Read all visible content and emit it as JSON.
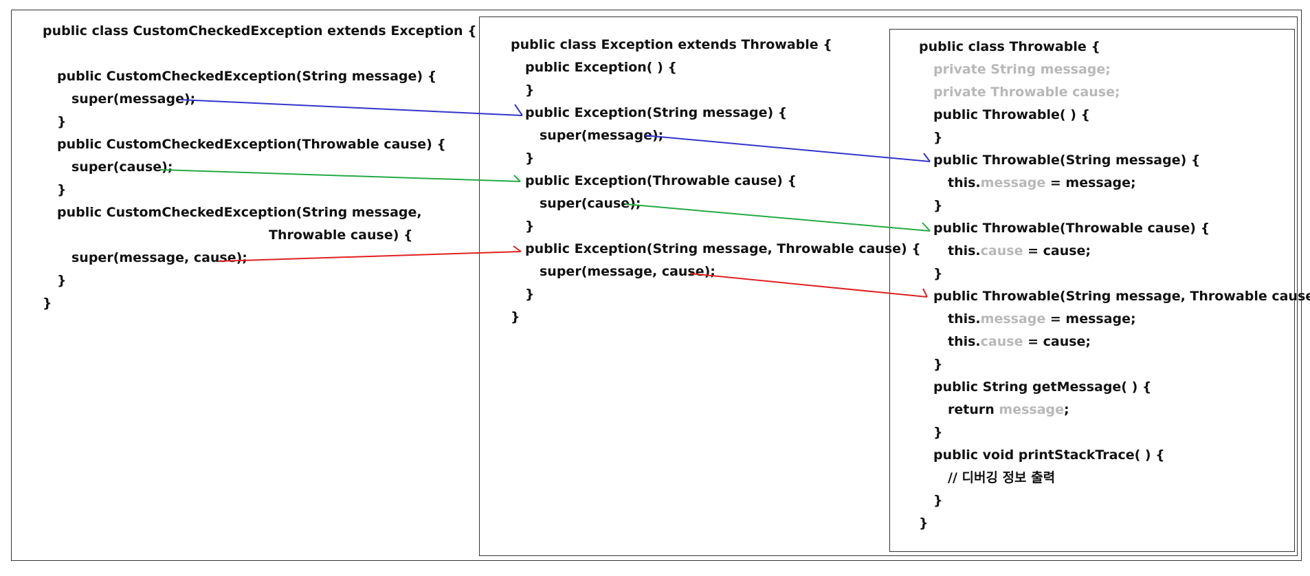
{
  "panels": {
    "custom": {
      "lines": [
        [
          {
            "t": "public class CustomCheckedException extends Exception {"
          }
        ],
        [
          {
            "t": "public CustomCheckedException(String message) {"
          }
        ],
        [
          {
            "t": "super(message);"
          }
        ],
        [
          {
            "t": "}"
          }
        ],
        [
          {
            "t": "public CustomCheckedException(Throwable cause) {"
          }
        ],
        [
          {
            "t": "super(cause);"
          }
        ],
        [
          {
            "t": "}"
          }
        ],
        [
          {
            "t": "public CustomCheckedException(String message,"
          }
        ],
        [
          {
            "t": "Throwable cause) {"
          }
        ],
        [
          {
            "t": "super(message, cause);"
          }
        ],
        [
          {
            "t": "}"
          }
        ],
        [
          {
            "t": "}"
          }
        ]
      ]
    },
    "exception": {
      "lines": [
        [
          {
            "t": "public class Exception extends Throwable {"
          }
        ],
        [
          {
            "t": "public Exception( ) {"
          }
        ],
        [
          {
            "t": "}"
          }
        ],
        [
          {
            "t": "public Exception(String message) {"
          }
        ],
        [
          {
            "t": "super(message);"
          }
        ],
        [
          {
            "t": "}"
          }
        ],
        [
          {
            "t": "public Exception(Throwable cause) {"
          }
        ],
        [
          {
            "t": "super(cause);"
          }
        ],
        [
          {
            "t": "}"
          }
        ],
        [
          {
            "t": "public Exception(String message, Throwable cause) {"
          }
        ],
        [
          {
            "t": "super(message, cause);"
          }
        ],
        [
          {
            "t": "}"
          }
        ],
        [
          {
            "t": "}"
          }
        ]
      ]
    },
    "throwable": {
      "lines": [
        [
          {
            "t": "public class Throwable {"
          }
        ],
        [
          {
            "t": "private String message;",
            "g": true
          }
        ],
        [
          {
            "t": "private Throwable cause;",
            "g": true
          }
        ],
        [
          {
            "t": "public Throwable( ) {"
          }
        ],
        [
          {
            "t": "}"
          }
        ],
        [
          {
            "t": "public Throwable(String message) {"
          }
        ],
        [
          {
            "t": "this."
          },
          {
            "t": "message",
            "g": true
          },
          {
            "t": " = message;"
          }
        ],
        [
          {
            "t": "}"
          }
        ],
        [
          {
            "t": "public Throwable(Throwable cause) {"
          }
        ],
        [
          {
            "t": "this."
          },
          {
            "t": "cause",
            "g": true
          },
          {
            "t": " = cause;"
          }
        ],
        [
          {
            "t": "}"
          }
        ],
        [
          {
            "t": "public Throwable(String message, Throwable cause) {"
          }
        ],
        [
          {
            "t": "this."
          },
          {
            "t": "message",
            "g": true
          },
          {
            "t": " = message;"
          }
        ],
        [
          {
            "t": "this."
          },
          {
            "t": "cause",
            "g": true
          },
          {
            "t": " = cause;"
          }
        ],
        [
          {
            "t": "}"
          }
        ],
        [
          {
            "t": "public String getMessage( ) {"
          }
        ],
        [
          {
            "t": "return "
          },
          {
            "t": "message",
            "g": true
          },
          {
            "t": ";"
          }
        ],
        [
          {
            "t": "}"
          }
        ],
        [
          {
            "t": "public void printStackTrace( ) {"
          }
        ],
        [
          {
            "t": "// 디버깅 정보 출력"
          }
        ],
        [
          {
            "t": "}"
          }
        ],
        [
          {
            "t": "}"
          }
        ]
      ]
    }
  },
  "arrow_colors": {
    "message": "#3333cc",
    "cause": "#22aa44",
    "message_cause": "#e02020"
  }
}
